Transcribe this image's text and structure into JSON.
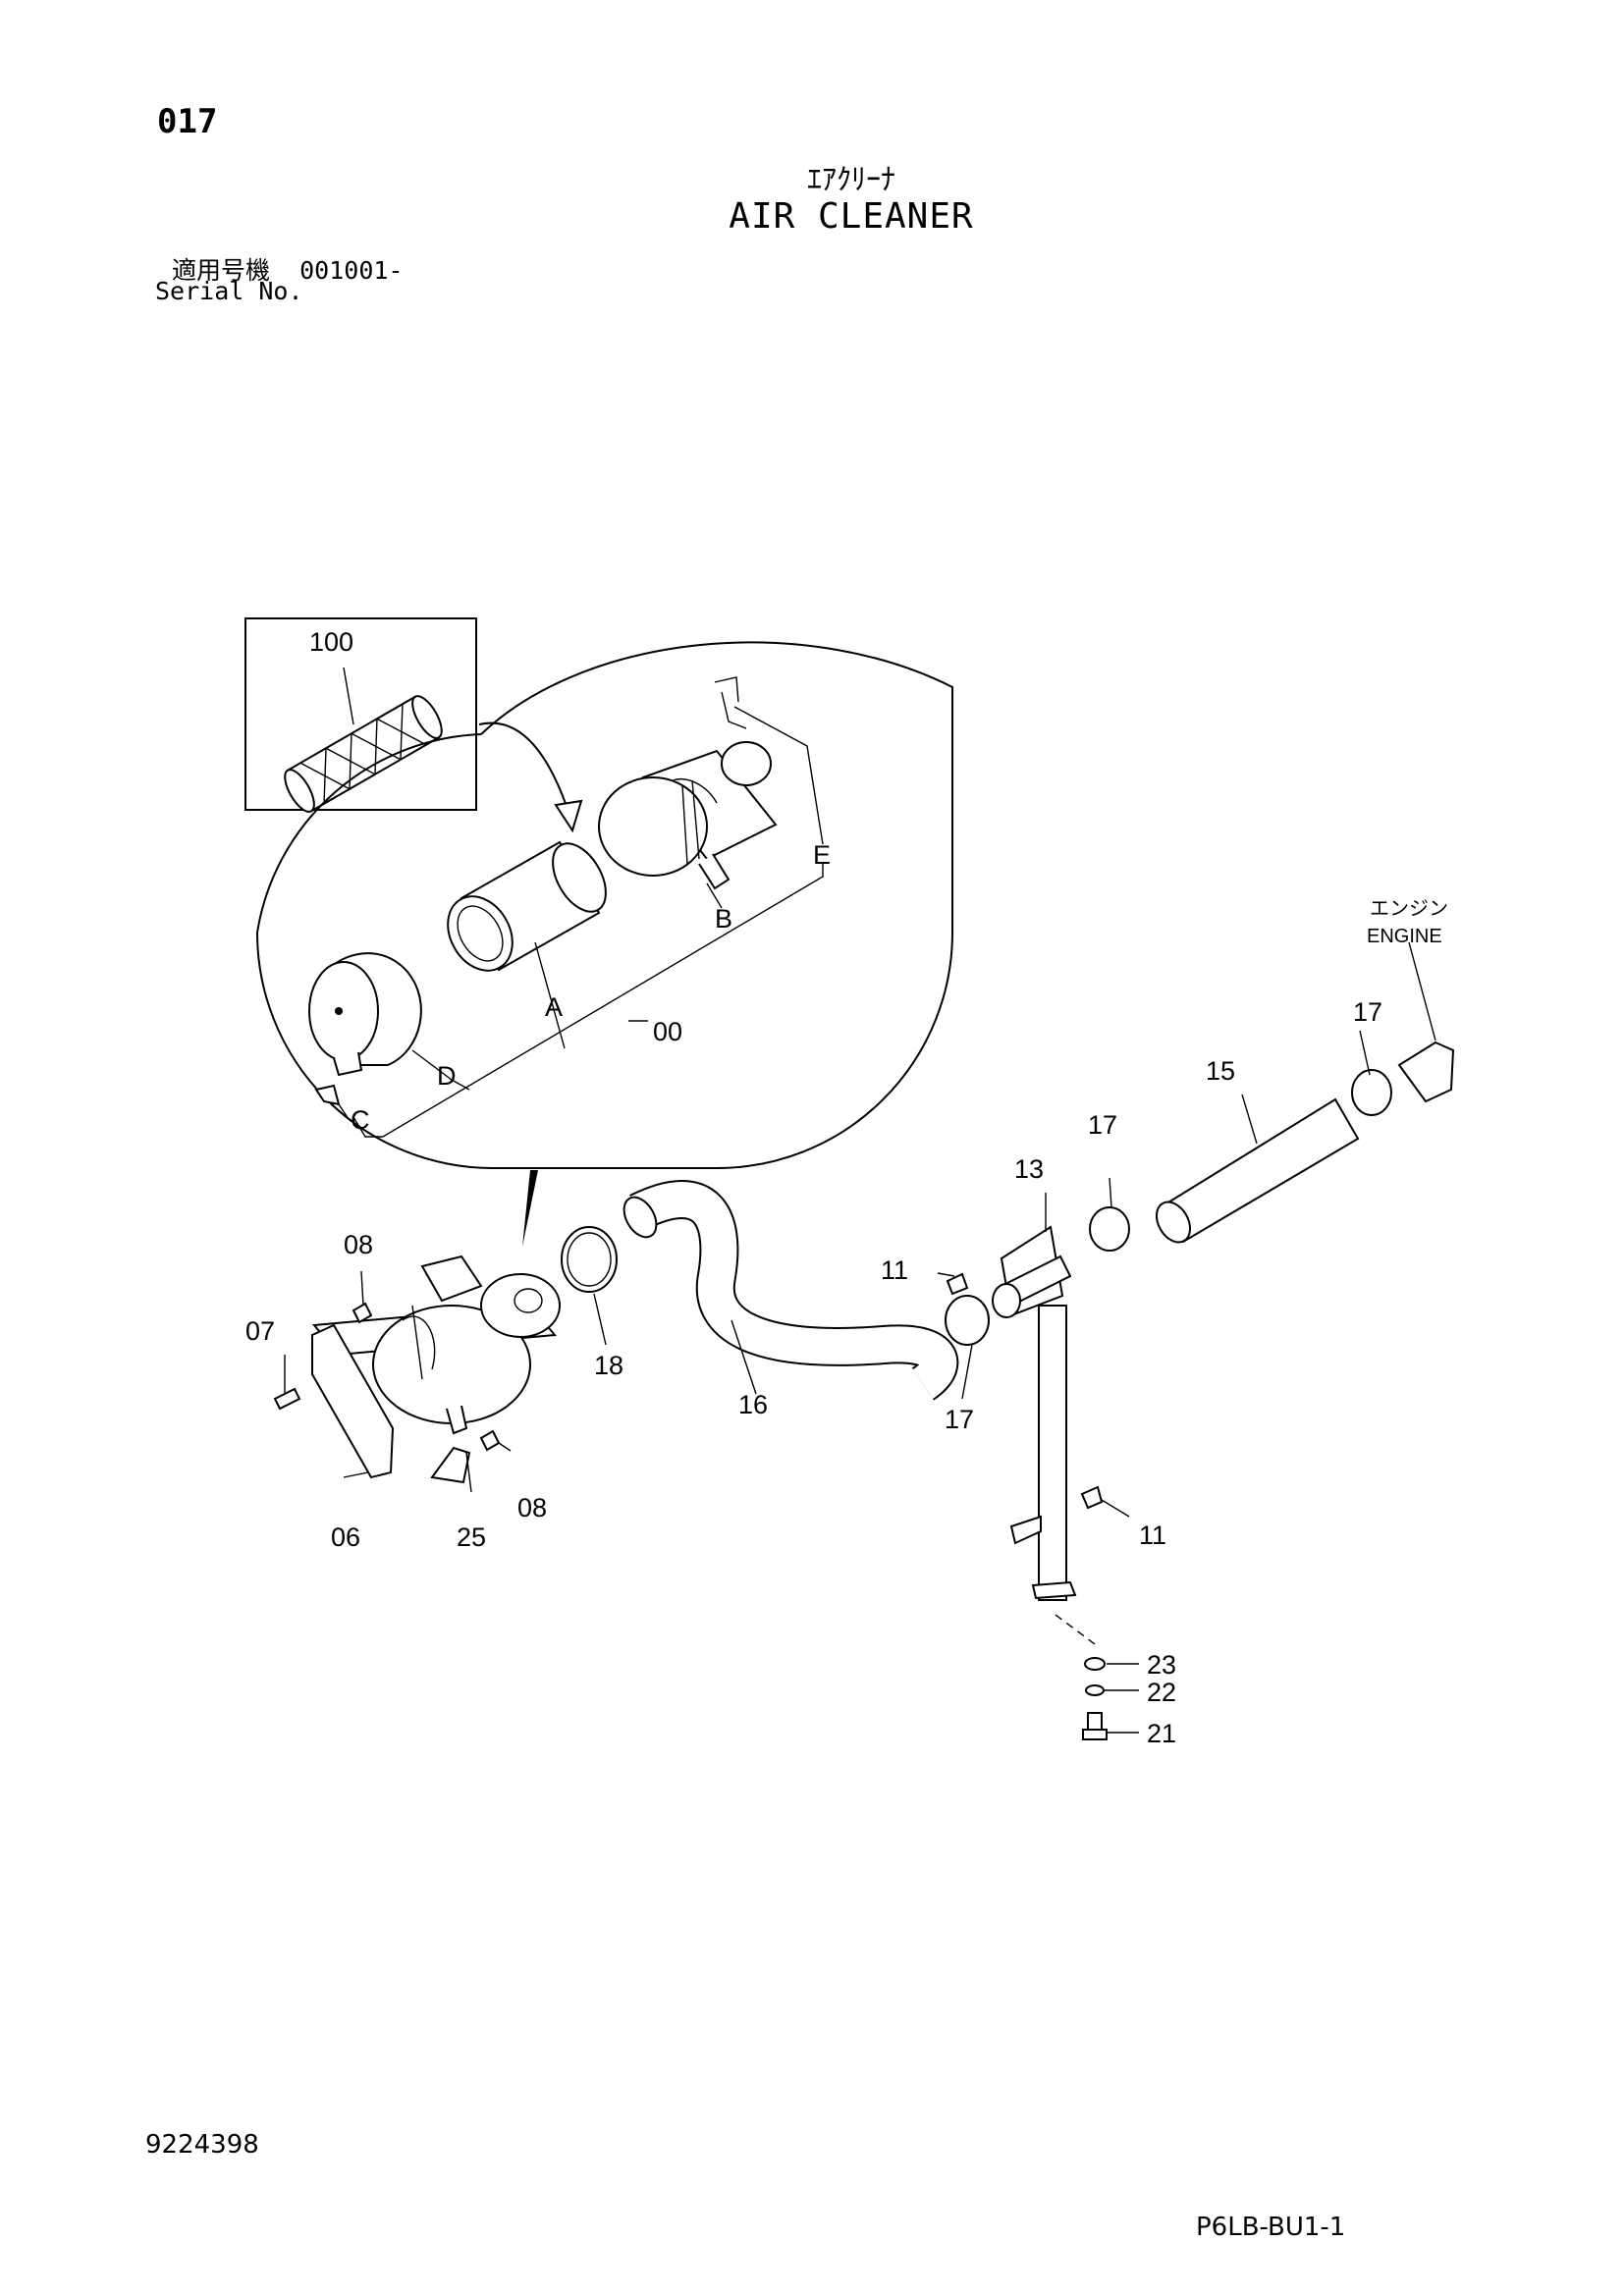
{
  "header": {
    "page_number": "017",
    "title_ja": "ｴｱｸﾘｰﾅ",
    "title_en": "AIR CLEANER",
    "serial_label_ja": "適用号機",
    "serial_value": "001001-",
    "serial_label_en": "Serial No."
  },
  "footer": {
    "document_number": "9224398",
    "sheet_code": "P6LB-BU1-1"
  },
  "callouts": {
    "c100": "100",
    "cE": "E",
    "cB": "B",
    "cA": "A",
    "c00": "00",
    "cD": "D",
    "cC": "C",
    "c08a": "08",
    "c07": "07",
    "c06": "06",
    "c25": "25",
    "c08b": "08",
    "c18": "18",
    "c16": "16",
    "c11a": "11",
    "c17a": "17",
    "c13": "13",
    "c17b": "17",
    "c15": "15",
    "c17c": "17",
    "c11b": "11",
    "c23": "23",
    "c22": "22",
    "c21": "21"
  },
  "engine_label": {
    "ja": "エンジン",
    "en": "ENGINE"
  }
}
